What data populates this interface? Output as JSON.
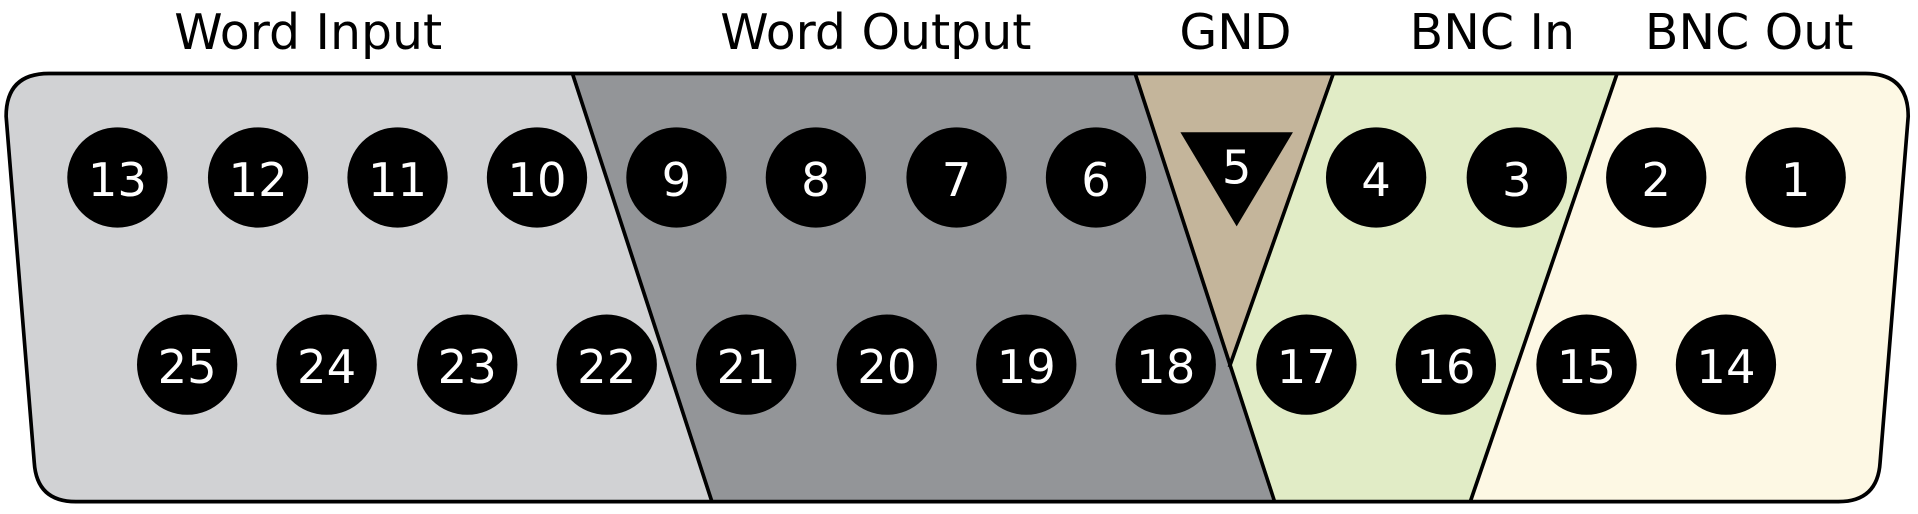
{
  "groups": {
    "word_input": "Word Input",
    "word_output": "Word Output",
    "gnd": "GND",
    "bnc_in": "BNC In",
    "bnc_out": "BNC Out"
  },
  "colors": {
    "word_input": "#d1d2d4",
    "word_output": "#939598",
    "gnd": "#c4b59b",
    "bnc_in": "#e1ecc6",
    "bnc_out": "#fdf8e4"
  },
  "pins": {
    "p1": "1",
    "p2": "2",
    "p3": "3",
    "p4": "4",
    "p5": "5",
    "p6": "6",
    "p7": "7",
    "p8": "8",
    "p9": "9",
    "p10": "10",
    "p11": "11",
    "p12": "12",
    "p13": "13",
    "p14": "14",
    "p15": "15",
    "p16": "16",
    "p17": "17",
    "p18": "18",
    "p19": "19",
    "p20": "20",
    "p21": "21",
    "p22": "22",
    "p23": "23",
    "p24": "24",
    "p25": "25"
  }
}
